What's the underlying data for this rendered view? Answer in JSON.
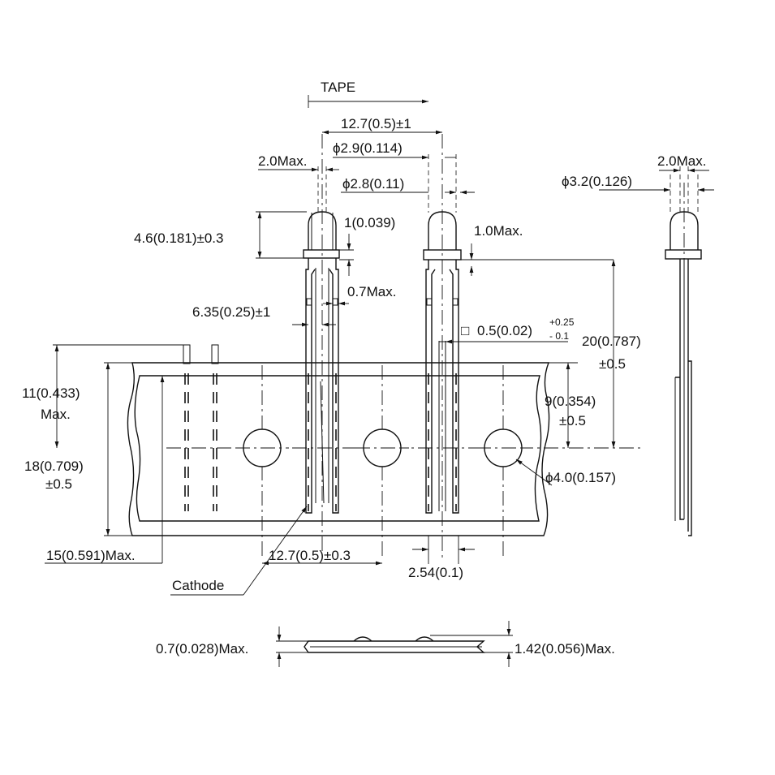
{
  "labels": {
    "tape": "TAPE",
    "pitch_top": "12.7(0.5)±1",
    "phi_29": "ϕ2.9(0.114)",
    "max20_left": "2.0Max.",
    "phi_28": "ϕ2.8(0.11)",
    "h46": "4.6(0.181)±0.3",
    "d1": "1(0.039)",
    "max10": "1.0Max.",
    "max07": "0.7Max.",
    "p635": "6.35(0.25)±1",
    "sq05_box": "□",
    "sq05": "0.5(0.02)",
    "sq05_plus": "+0.25",
    "sq05_minus": "- 0.1",
    "h20": "20(0.787)",
    "h20_tol": "±0.5",
    "phi_32": "ϕ3.2(0.126)",
    "max20_right": "2.0Max.",
    "h11": "11(0.433)",
    "h11_max": "Max.",
    "h9": "9(0.354)",
    "h9_tol": "±0.5",
    "h18": "18(0.709)",
    "h18_tol": "±0.5",
    "phi_40": "ϕ4.0(0.157)",
    "h15": "15(0.591)Max.",
    "pitch_bottom": "12.7(0.5)±0.3",
    "lead_space": "2.54(0.1)",
    "cathode": "Cathode",
    "t07": "0.7(0.028)Max.",
    "t142": "1.42(0.056)Max."
  }
}
